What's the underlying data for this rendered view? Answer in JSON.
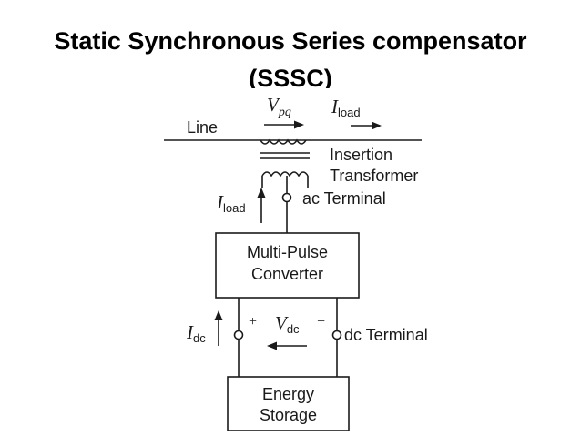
{
  "title": {
    "line1": "Static Synchronous Series compensator",
    "line2": "(SSSC)"
  },
  "diagram": {
    "line_label": "Line",
    "vpq": {
      "symbol": "V",
      "subscript": "pq"
    },
    "iload_top": {
      "symbol": "I",
      "subscript": "load"
    },
    "iload_side": {
      "symbol": "I",
      "subscript": "load"
    },
    "insertion_transformer": {
      "line1": "Insertion",
      "line2": "Transformer"
    },
    "ac_terminal": "ac Terminal",
    "converter": {
      "line1": "Multi-Pulse",
      "line2": "Converter"
    },
    "idc": {
      "symbol": "I",
      "subscript": "dc"
    },
    "vdc": {
      "symbol": "V",
      "subscript": "dc"
    },
    "plus": "+",
    "minus": "−",
    "dc_terminal": "dc Terminal",
    "storage": {
      "line1": "Energy",
      "line2": "Storage"
    }
  }
}
